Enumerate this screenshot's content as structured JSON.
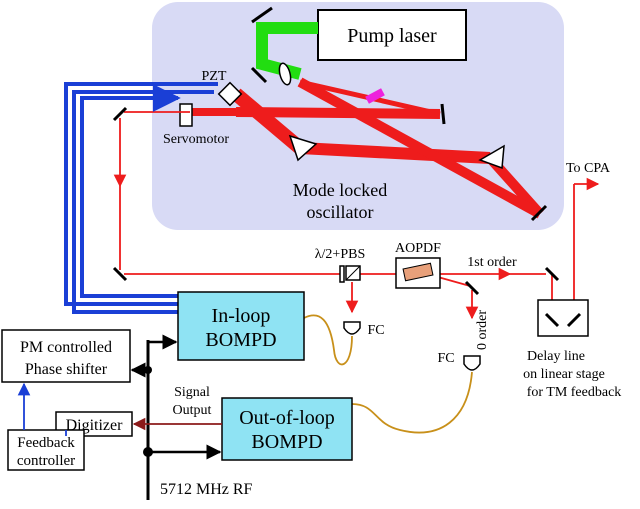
{
  "diagram": {
    "labels": {
      "pump_laser": "Pump laser",
      "pzt": "PZT",
      "servomotor": "Servomotor",
      "oscillator_line1": "Mode locked",
      "oscillator_line2": "oscillator",
      "to_cpa": "To CPA",
      "half_wave_pbs": "λ/2+PBS",
      "aopdf": "AOPDF",
      "first_order": "1st order",
      "zero_order": "0 order",
      "fc_top": "FC",
      "fc_bottom": "FC",
      "inloop_line1": "In-loop",
      "inloop_line2": "BOMPD",
      "outloop_line1": "Out-of-loop",
      "outloop_line2": "BOMPD",
      "pm_line1": "PM controlled",
      "pm_line2": "Phase shifter",
      "signal_line1": "Signal",
      "signal_line2": "Output",
      "digitizer": "Digitizer",
      "feedback_line1": "Feedback",
      "feedback_line2": "controller",
      "rf": "5712 MHz RF",
      "delay_line1": "Delay line",
      "delay_line2": "on linear stage",
      "delay_line3": "for TM feedback"
    },
    "colors": {
      "oscillator_bg": "#d8daf5",
      "laser_red": "#ee1c1c",
      "pump_green": "#22dd11",
      "feedback_blue": "#1a3fd6",
      "bompd_fill": "#8fe3f3",
      "fiber_gold": "#c8901a",
      "signal_darkred": "#8b1a1a",
      "crystal_magenta": "#ee22dd",
      "aopdf_fill": "#e8a07a"
    }
  }
}
